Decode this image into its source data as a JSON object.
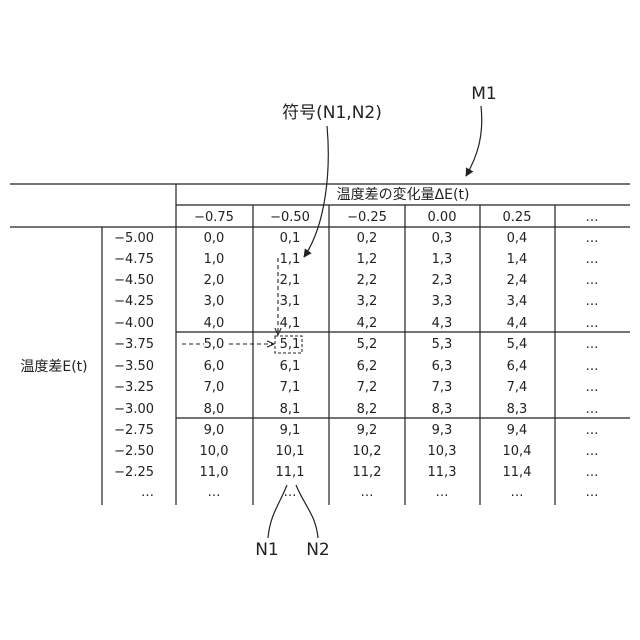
{
  "labels": {
    "code_label": "符号(N1,N2)",
    "map_label": "M1",
    "n1_label": "N1",
    "n2_label": "N2"
  },
  "table": {
    "col_group_header": "温度差の変化量ΔE(t)",
    "row_group_header": "温度差E(t)",
    "col_headers": [
      "−0.75",
      "−0.50",
      "−0.25",
      "0.00",
      "0.25",
      "…"
    ],
    "row_headers": [
      "−5.00",
      "−4.75",
      "−4.50",
      "−4.25",
      "−4.00",
      "−3.75",
      "−3.50",
      "−3.25",
      "−3.00",
      "−2.75",
      "−2.50",
      "−2.25",
      "…"
    ],
    "rows": [
      [
        "0,0",
        "0,1",
        "0,2",
        "0,3",
        "0,4",
        "…"
      ],
      [
        "1,0",
        "1,1",
        "1,2",
        "1,3",
        "1,4",
        "…"
      ],
      [
        "2,0",
        "2,1",
        "2,2",
        "2,3",
        "2,4",
        "…"
      ],
      [
        "3,0",
        "3,1",
        "3,2",
        "3,3",
        "3,4",
        "…"
      ],
      [
        "4,0",
        "4,1",
        "4,2",
        "4,3",
        "4,4",
        "…"
      ],
      [
        "5,0",
        "5,1",
        "5,2",
        "5,3",
        "5,4",
        "…"
      ],
      [
        "6,0",
        "6,1",
        "6,2",
        "6,3",
        "6,4",
        "…"
      ],
      [
        "7,0",
        "7,1",
        "7,2",
        "7,3",
        "7,4",
        "…"
      ],
      [
        "8,0",
        "8,1",
        "8,2",
        "8,3",
        "8,3",
        "…"
      ],
      [
        "9,0",
        "9,1",
        "9,2",
        "9,3",
        "9,4",
        "…"
      ],
      [
        "10,0",
        "10,1",
        "10,2",
        "10,3",
        "10,4",
        "…"
      ],
      [
        "11,0",
        "11,1",
        "11,2",
        "11,3",
        "11,4",
        "…"
      ],
      [
        "…",
        "…",
        "…",
        "…",
        "…",
        "…"
      ]
    ]
  },
  "highlight": {
    "row": 5,
    "col": 1
  }
}
